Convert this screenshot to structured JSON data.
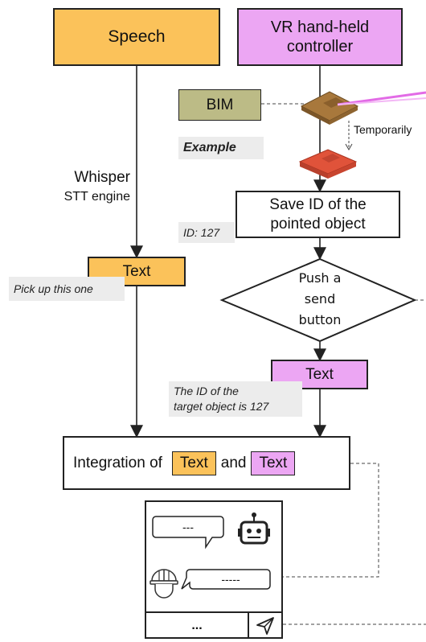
{
  "speech": {
    "label": "Speech"
  },
  "controller": {
    "label_line1": "VR hand-held",
    "label_line2": "controller"
  },
  "bim": {
    "label": "BIM"
  },
  "example_label": "Example",
  "temporarily_label": "Temporarily",
  "whisper": {
    "line1": "Whisper",
    "line2": "STT engine"
  },
  "save_box": {
    "line1": "Save ID of the",
    "line2": "pointed object"
  },
  "id_note": "ID: 127",
  "text_left": {
    "label": "Text"
  },
  "pick_note": "Pick up this one",
  "decision": {
    "line1": "Push a",
    "line2": "send",
    "line3": "button"
  },
  "text_right": {
    "label": "Text"
  },
  "target_note": {
    "line1": "The ID of the",
    "line2": "target object is 127"
  },
  "integration": {
    "prefix": "Integration of",
    "chip_a": "Text",
    "conj": "and",
    "chip_b": "Text"
  },
  "chat": {
    "bot_bubble": "---",
    "user_bubble": "-----",
    "input_text": "..."
  },
  "colors": {
    "speech": "#FBC25A",
    "controller": "#ECA6F3",
    "bim": "#BCBB86",
    "object": "#E0533A",
    "ray": "#E26BE6"
  }
}
